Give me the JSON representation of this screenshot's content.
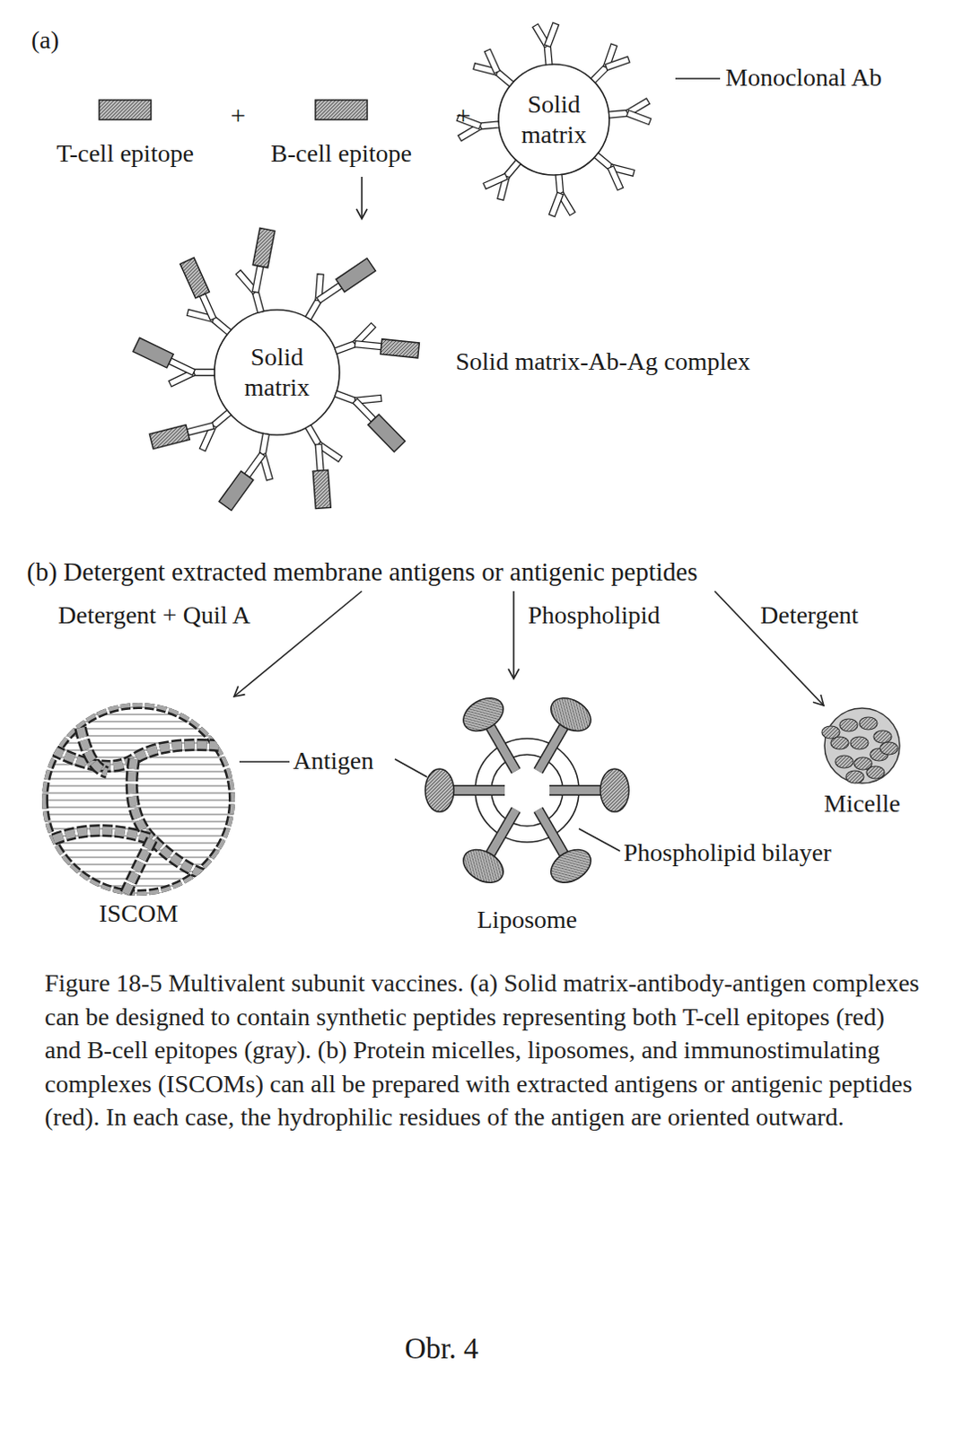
{
  "diagram": {
    "caption": "Figure 18-5 Multivalent subunit vaccines. (a) Solid matrix-antibody-antigen complexes can be designed to contain synthetic peptides representing both T-cell epitopes (red) and B-cell epitopes (gray). (b) Protein micelles, liposomes, and immunostimulating complexes (ISCOMs) can all be prepared with extracted antigens or antigenic peptides (red). In each case, the hydrophilic residues of the antigen are oriented outward.",
    "nodes": [
      {
        "text": [
          "T-cell epitope"
        ]
      },
      {
        "text": [
          "B-cell epitope"
        ]
      },
      {
        "text": [
          "Solid matrix"
        ]
      },
      {
        "text": [
          "Solid matrix"
        ]
      },
      {
        "text": [
          "(b) Detergent extracted membrane antigens or antigenic peptides"
        ]
      },
      {
        "text": [
          "ISCOM"
        ]
      },
      {
        "text": [
          "Liposome"
        ]
      },
      {
        "text": [
          "Micelle"
        ]
      }
    ],
    "edges": [
      {
        "from": 1,
        "to": 3,
        "arrow": "to"
      },
      {
        "from": 4,
        "to": 5,
        "label": "Detergent + Quil A",
        "arrow": "to"
      },
      {
        "from": 4,
        "to": 6,
        "label": "Phospholipid",
        "arrow": "to"
      },
      {
        "from": 4,
        "to": 7,
        "label": "Detergent",
        "arrow": "to"
      }
    ],
    "labels": [
      "(a)",
      "+",
      "+",
      "Monoclonal Ab",
      "Solid matrix-Ab-Ag complex",
      "Antigen",
      "Phospholipid bilayer",
      "Obr. 4"
    ]
  }
}
